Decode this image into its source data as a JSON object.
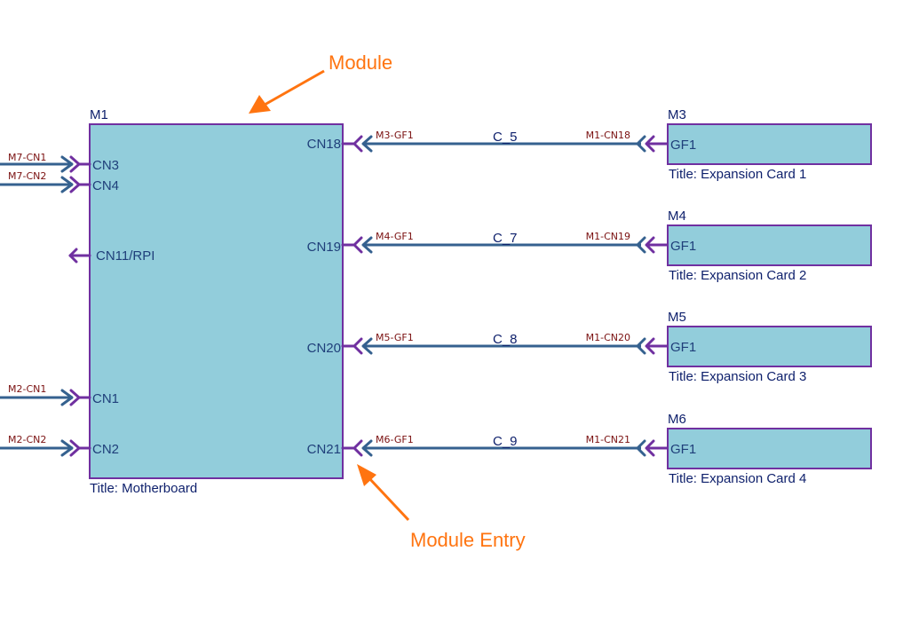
{
  "colors": {
    "module_fill": "#92cddb",
    "module_border": "#7030a0",
    "wire": "#35618f",
    "net_label": "#7a1010",
    "text": "#0d1f6b",
    "annotation": "#ff7410"
  },
  "annotations": {
    "module": "Module",
    "module_entry": "Module Entry"
  },
  "modules": {
    "m1": {
      "id": "M1",
      "title": "Title: Motherboard",
      "entries": {
        "cn3": "CN3",
        "cn4": "CN4",
        "cn11": "CN11/RPI",
        "cn1": "CN1",
        "cn2": "CN2",
        "cn18": "CN18",
        "cn19": "CN19",
        "cn20": "CN20",
        "cn21": "CN21"
      },
      "external_nets": {
        "cn3": "M7-CN1",
        "cn4": "M7-CN2",
        "cn1": "M2-CN1",
        "cn2": "M2-CN2"
      }
    },
    "cards": [
      {
        "id": "M3",
        "entry": "GF1",
        "title": "Title: Expansion Card 1"
      },
      {
        "id": "M4",
        "entry": "GF1",
        "title": "Title: Expansion Card 2"
      },
      {
        "id": "M5",
        "entry": "GF1",
        "title": "Title: Expansion Card 3"
      },
      {
        "id": "M6",
        "entry": "GF1",
        "title": "Title: Expansion Card 4"
      }
    ]
  },
  "connections": [
    {
      "name": "C_5",
      "left_label": "M3-GF1",
      "right_label": "M1-CN18"
    },
    {
      "name": "C_7",
      "left_label": "M4-GF1",
      "right_label": "M1-CN19"
    },
    {
      "name": "C_8",
      "left_label": "M5-GF1",
      "right_label": "M1-CN20"
    },
    {
      "name": "C_9",
      "left_label": "M6-GF1",
      "right_label": "M1-CN21"
    }
  ]
}
